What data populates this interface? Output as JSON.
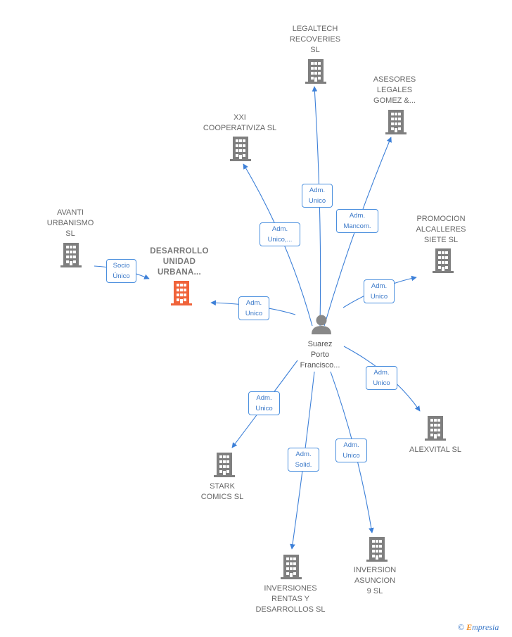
{
  "colors": {
    "edge": "#3d80d8",
    "company": "#7f7f7f",
    "main_company": "#f0633a",
    "person": "#888888"
  },
  "person": {
    "name": "Suarez\nPorto\nFrancisco...",
    "icon": "person-icon"
  },
  "companies": {
    "legaltech": "LEGALTECH\nRECOVERIES\nSL",
    "asesores": "ASESORES\nLEGALES\nGOMEZ &...",
    "xxi": "XXI\nCOOPERATIVIZA SL",
    "avanti": "AVANTI\nURBANISMO\nSL",
    "desarrollo": "DESARROLLO\nUNIDAD\nURBANA...",
    "promocion": "PROMOCION\nALCALLERES\nSIETE  SL",
    "alexvital": "ALEXVITAL  SL",
    "stark": "STARK\nCOMICS  SL",
    "inversiones": "INVERSIONES\nRENTAS Y\nDESARROLLOS SL",
    "inversion": "INVERSION\nASUNCION\n9  SL"
  },
  "edges": {
    "legaltech": "Adm.\nUnico",
    "asesores": "Adm.\nMancom.",
    "xxi": "Adm.\nUnico,...",
    "avanti_desarrollo": "Socio\nÚnico",
    "desarrollo": "Adm.\nUnico",
    "promocion": "Adm.\nUnico",
    "alexvital": "Adm.\nUnico",
    "stark": "Adm.\nUnico",
    "inversiones": "Adm.\nSolid.",
    "inversion": "Adm.\nUnico"
  },
  "footer": {
    "copyright": "©",
    "brand_first": "E",
    "brand_rest": "mpresia"
  }
}
